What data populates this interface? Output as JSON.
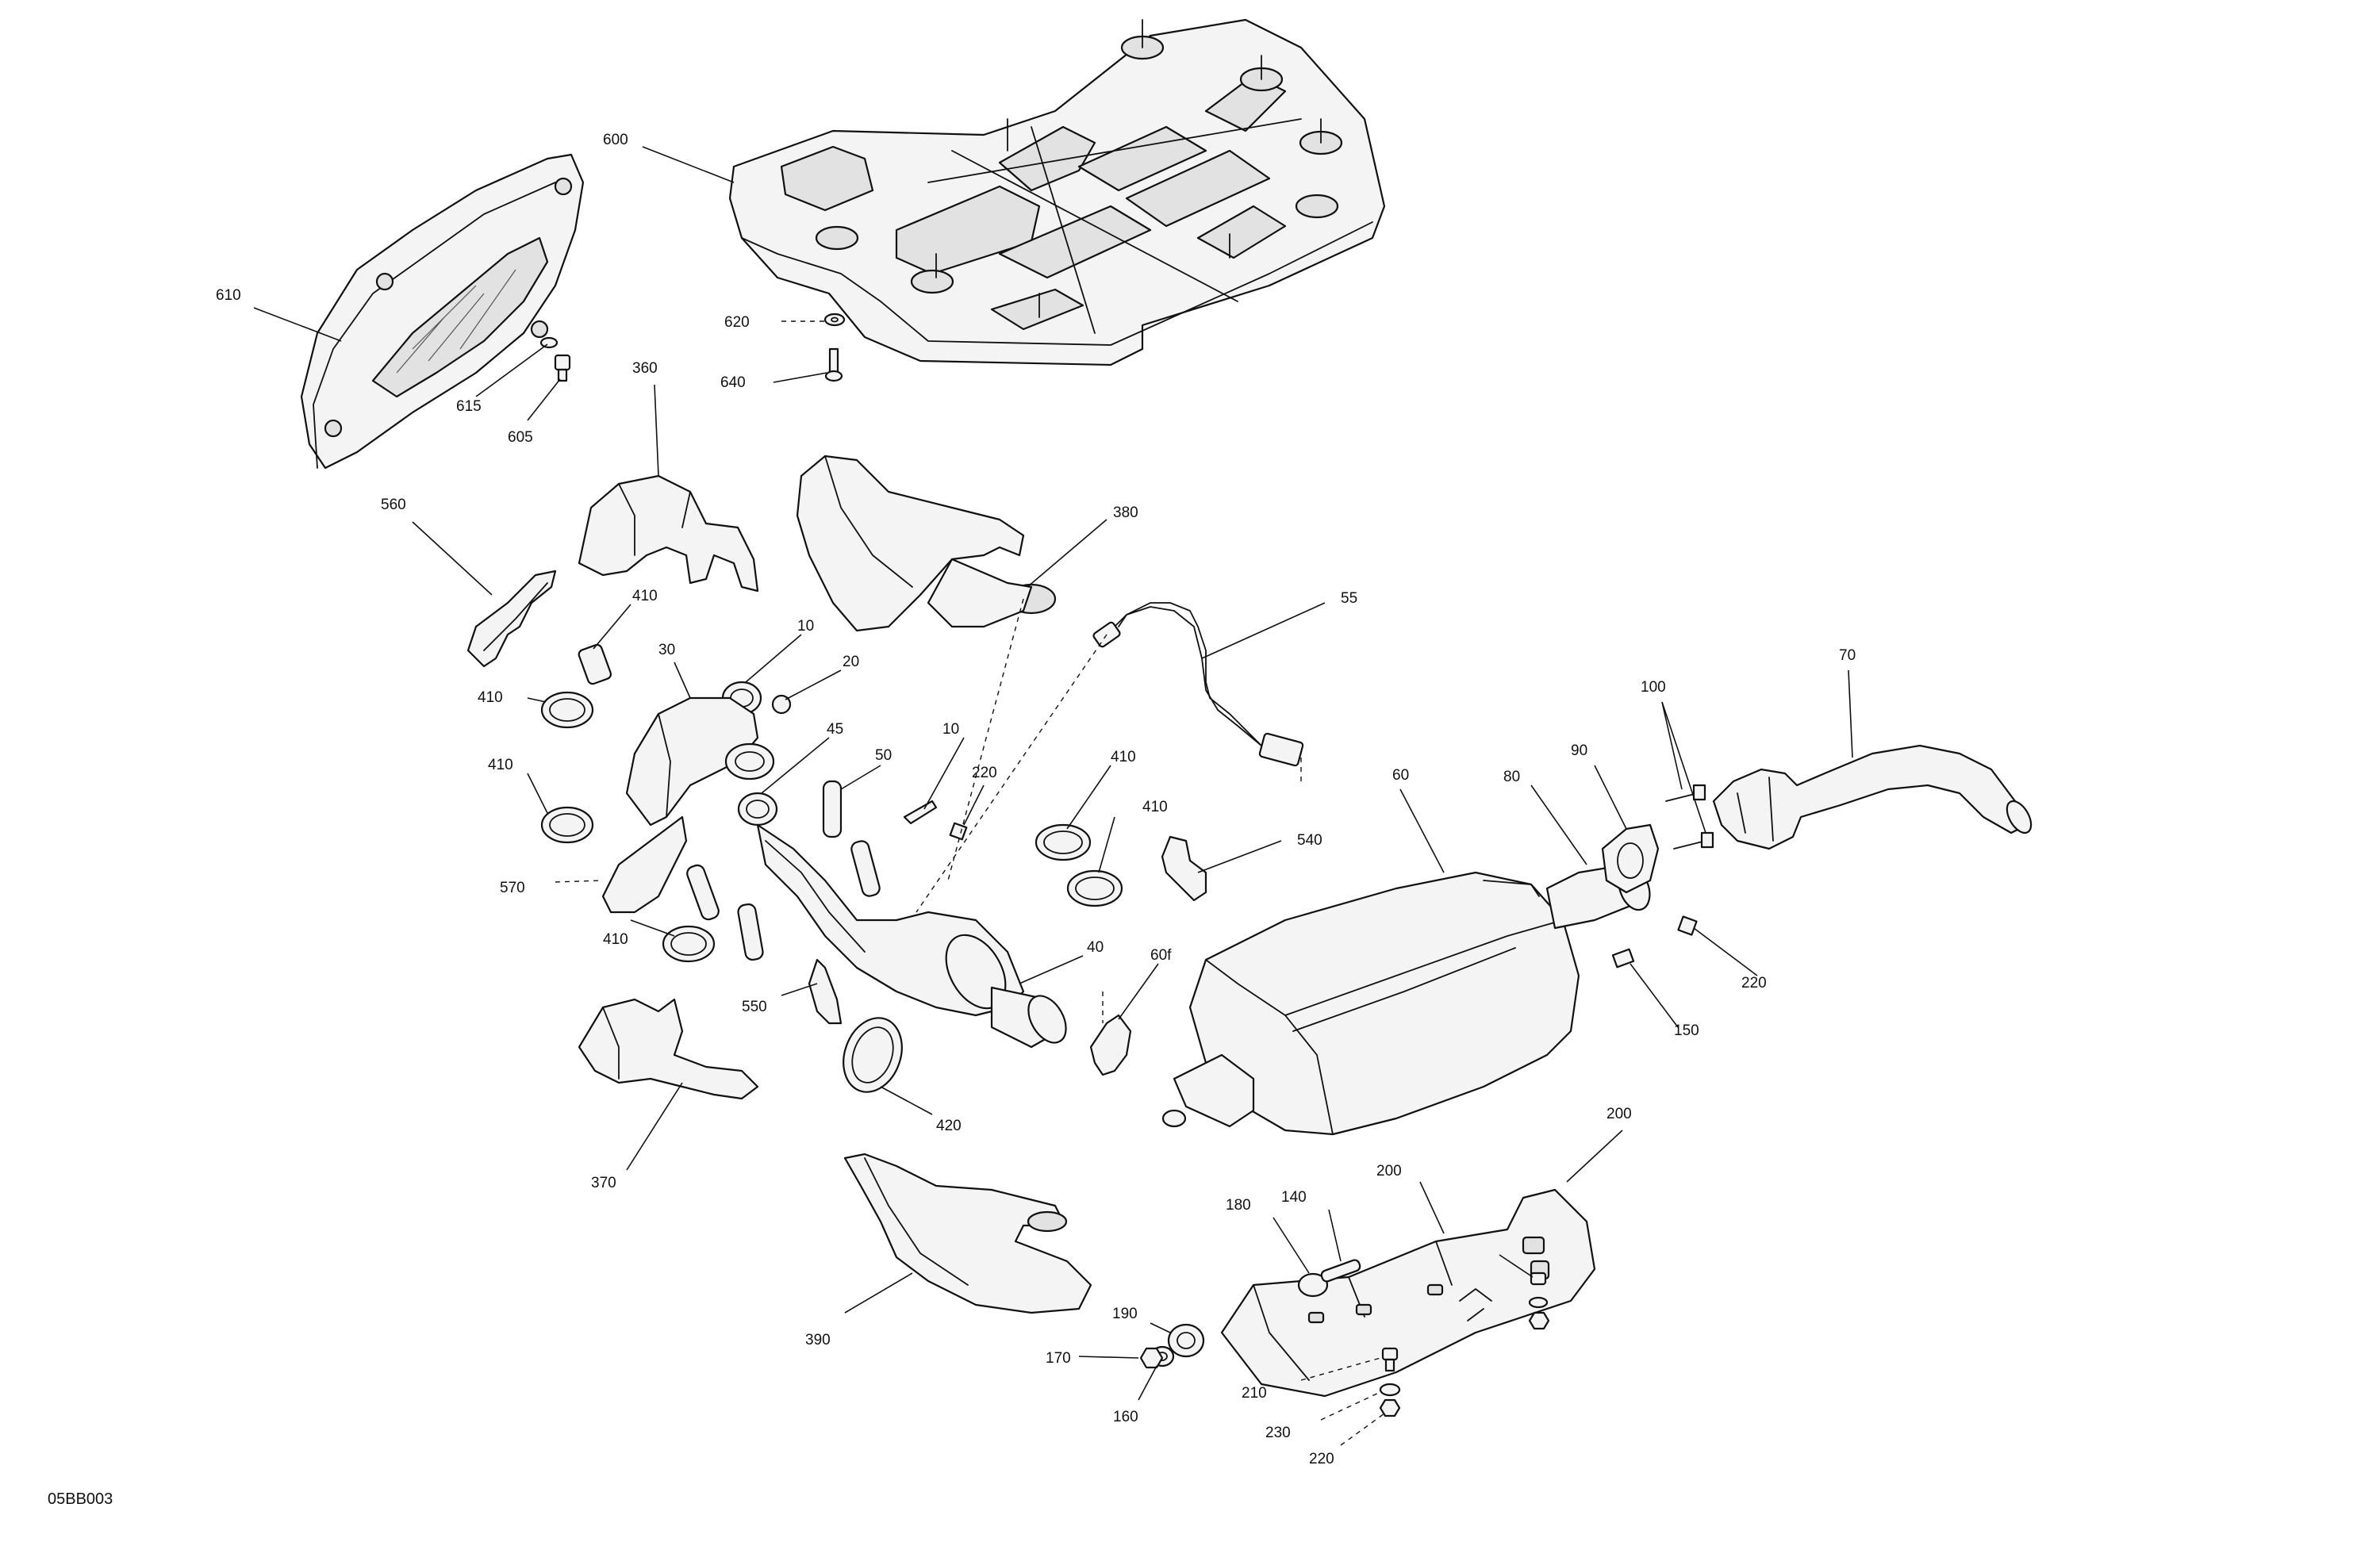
{
  "figure_code": "05BB003",
  "callouts": [
    {
      "id": "c600",
      "label": "600"
    },
    {
      "id": "c610",
      "label": "610"
    },
    {
      "id": "c620",
      "label": "620"
    },
    {
      "id": "c640",
      "label": "640"
    },
    {
      "id": "c615",
      "label": "615"
    },
    {
      "id": "c605",
      "label": "605"
    },
    {
      "id": "c360",
      "label": "360"
    },
    {
      "id": "c560",
      "label": "560"
    },
    {
      "id": "c380",
      "label": "380"
    },
    {
      "id": "c410a",
      "label": "410"
    },
    {
      "id": "c410b",
      "label": "410"
    },
    {
      "id": "c410c",
      "label": "410"
    },
    {
      "id": "c410d",
      "label": "410"
    },
    {
      "id": "c410e",
      "label": "410"
    },
    {
      "id": "c410f",
      "label": "410"
    },
    {
      "id": "c30",
      "label": "30"
    },
    {
      "id": "c10a",
      "label": "10"
    },
    {
      "id": "c10b",
      "label": "10"
    },
    {
      "id": "c20",
      "label": "20"
    },
    {
      "id": "c45",
      "label": "45"
    },
    {
      "id": "c50",
      "label": "50"
    },
    {
      "id": "c220a",
      "label": "220"
    },
    {
      "id": "c220b",
      "label": "220"
    },
    {
      "id": "c220c",
      "label": "220"
    },
    {
      "id": "c55",
      "label": "55"
    },
    {
      "id": "c570",
      "label": "570"
    },
    {
      "id": "c540",
      "label": "540"
    },
    {
      "id": "c60",
      "label": "60"
    },
    {
      "id": "c60f",
      "label": "60f"
    },
    {
      "id": "c80",
      "label": "80"
    },
    {
      "id": "c90",
      "label": "90"
    },
    {
      "id": "c100",
      "label": "100"
    },
    {
      "id": "c70",
      "label": "70"
    },
    {
      "id": "c40",
      "label": "40"
    },
    {
      "id": "c550",
      "label": "550"
    },
    {
      "id": "c420",
      "label": "420"
    },
    {
      "id": "c370",
      "label": "370"
    },
    {
      "id": "c150",
      "label": "150"
    },
    {
      "id": "c200a",
      "label": "200"
    },
    {
      "id": "c200b",
      "label": "200"
    },
    {
      "id": "c180",
      "label": "180"
    },
    {
      "id": "c140",
      "label": "140"
    },
    {
      "id": "c390",
      "label": "390"
    },
    {
      "id": "c190",
      "label": "190"
    },
    {
      "id": "c170",
      "label": "170"
    },
    {
      "id": "c160",
      "label": "160"
    },
    {
      "id": "c210",
      "label": "210"
    },
    {
      "id": "c230",
      "label": "230"
    }
  ]
}
